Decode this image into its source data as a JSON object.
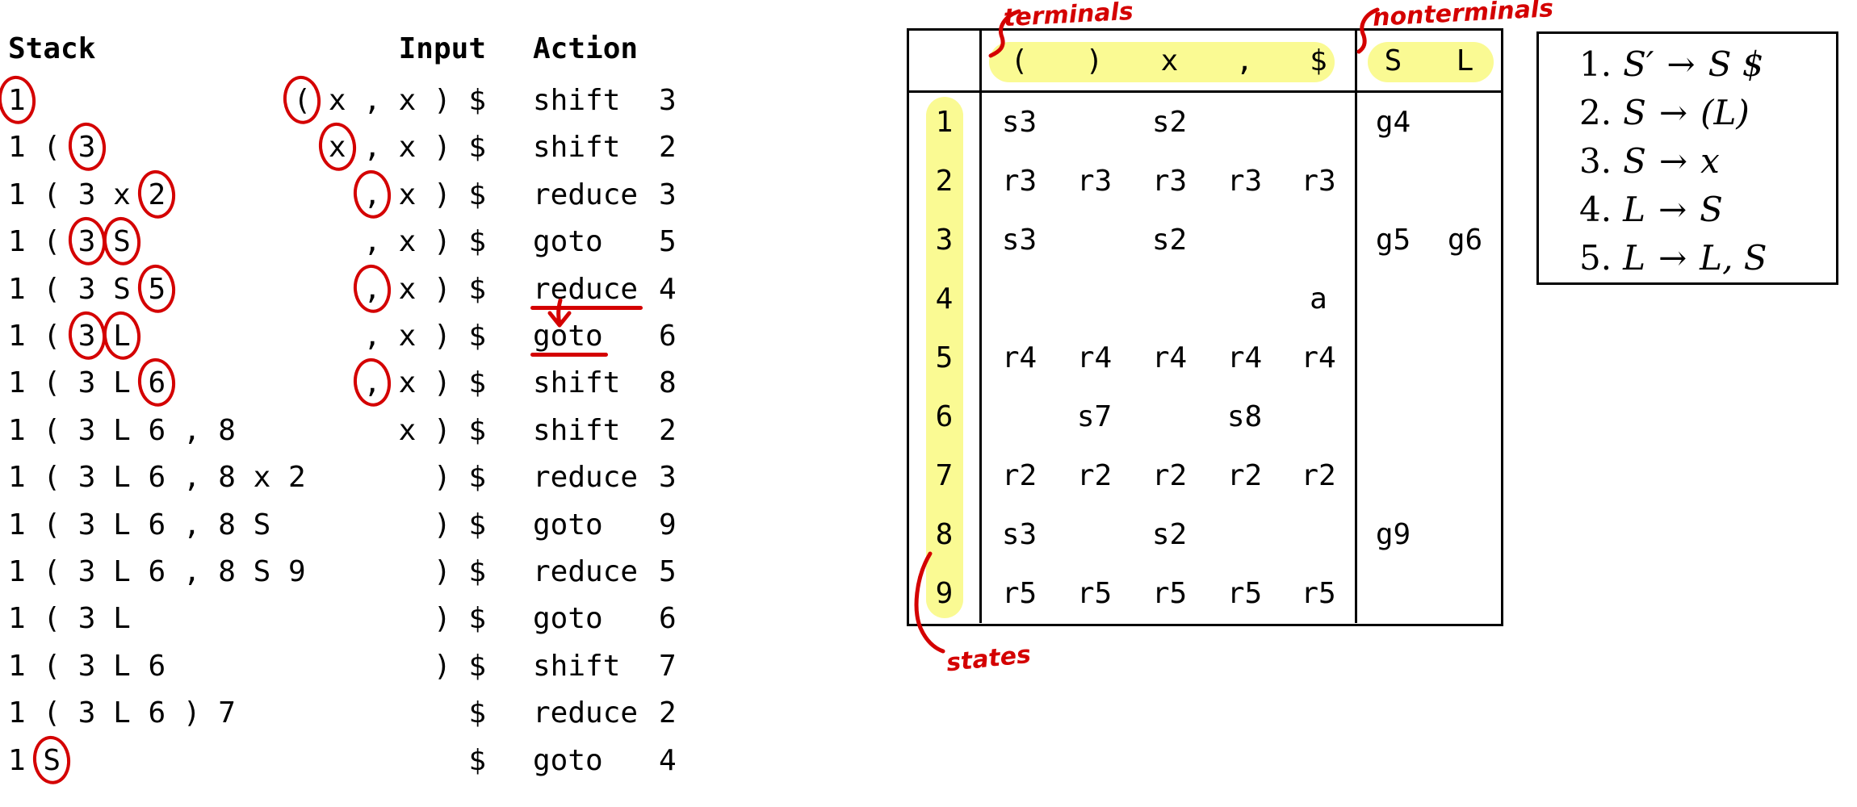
{
  "colors": {
    "ink": "#000000",
    "annotation_red": "#d40000",
    "highlight_yellow": "#fafa93"
  },
  "trace": {
    "headers": {
      "stack": "Stack",
      "input": "Input",
      "action": "Action"
    },
    "rows": [
      {
        "stack": [
          "1"
        ],
        "stack_circled": [
          0
        ],
        "input": [
          "(",
          "x",
          ",",
          "x",
          ")",
          "$"
        ],
        "input_circled": [
          0
        ],
        "action_word": "shift",
        "action_num": "3",
        "action_underlined": false
      },
      {
        "stack": [
          "1",
          "(",
          "3"
        ],
        "stack_circled": [
          2
        ],
        "input": [
          "x",
          ",",
          "x",
          ")",
          "$"
        ],
        "input_circled": [
          0
        ],
        "action_word": "shift",
        "action_num": "2",
        "action_underlined": false
      },
      {
        "stack": [
          "1",
          "(",
          "3",
          "x",
          "2"
        ],
        "stack_circled": [
          4
        ],
        "input": [
          ",",
          "x",
          ")",
          "$"
        ],
        "input_circled": [
          0
        ],
        "action_word": "reduce",
        "action_num": "3",
        "action_underlined": false
      },
      {
        "stack": [
          "1",
          "(",
          "3",
          "S"
        ],
        "stack_circled": [
          2,
          3
        ],
        "input": [
          ",",
          "x",
          ")",
          "$"
        ],
        "input_circled": [],
        "action_word": "goto",
        "action_num": "5",
        "action_underlined": false
      },
      {
        "stack": [
          "1",
          "(",
          "3",
          "S",
          "5"
        ],
        "stack_circled": [
          4
        ],
        "input": [
          ",",
          "x",
          ")",
          "$"
        ],
        "input_circled": [
          0
        ],
        "action_word": "reduce",
        "action_num": "4",
        "action_underlined": true
      },
      {
        "stack": [
          "1",
          "(",
          "3",
          "L"
        ],
        "stack_circled": [
          2,
          3
        ],
        "input": [
          ",",
          "x",
          ")",
          "$"
        ],
        "input_circled": [],
        "action_word": "goto",
        "action_num": "6",
        "action_underlined": true
      },
      {
        "stack": [
          "1",
          "(",
          "3",
          "L",
          "6"
        ],
        "stack_circled": [
          4
        ],
        "input": [
          ",",
          "x",
          ")",
          "$"
        ],
        "input_circled": [
          0
        ],
        "action_word": "shift",
        "action_num": "8",
        "action_underlined": false
      },
      {
        "stack": [
          "1",
          "(",
          "3",
          "L",
          "6",
          ",",
          "8"
        ],
        "stack_circled": [],
        "input": [
          "x",
          ")",
          "$"
        ],
        "input_circled": [],
        "action_word": "shift",
        "action_num": "2",
        "action_underlined": false
      },
      {
        "stack": [
          "1",
          "(",
          "3",
          "L",
          "6",
          ",",
          "8",
          "x",
          "2"
        ],
        "stack_circled": [],
        "input": [
          ")",
          "$"
        ],
        "input_circled": [],
        "action_word": "reduce",
        "action_num": "3",
        "action_underlined": false
      },
      {
        "stack": [
          "1",
          "(",
          "3",
          "L",
          "6",
          ",",
          "8",
          "S"
        ],
        "stack_circled": [],
        "input": [
          ")",
          "$"
        ],
        "input_circled": [],
        "action_word": "goto",
        "action_num": "9",
        "action_underlined": false
      },
      {
        "stack": [
          "1",
          "(",
          "3",
          "L",
          "6",
          ",",
          "8",
          "S",
          "9"
        ],
        "stack_circled": [],
        "input": [
          ")",
          "$"
        ],
        "input_circled": [],
        "action_word": "reduce",
        "action_num": "5",
        "action_underlined": false
      },
      {
        "stack": [
          "1",
          "(",
          "3",
          "L"
        ],
        "stack_circled": [],
        "input": [
          ")",
          "$"
        ],
        "input_circled": [],
        "action_word": "goto",
        "action_num": "6",
        "action_underlined": false
      },
      {
        "stack": [
          "1",
          "(",
          "3",
          "L",
          "6"
        ],
        "stack_circled": [],
        "input": [
          ")",
          "$"
        ],
        "input_circled": [],
        "action_word": "shift",
        "action_num": "7",
        "action_underlined": false
      },
      {
        "stack": [
          "1",
          "(",
          "3",
          "L",
          "6",
          ")",
          "7"
        ],
        "stack_circled": [],
        "input": [
          "$"
        ],
        "input_circled": [],
        "action_word": "reduce",
        "action_num": "2",
        "action_underlined": false
      },
      {
        "stack": [
          "1",
          "S"
        ],
        "stack_circled": [
          1
        ],
        "input": [
          "$"
        ],
        "input_circled": [],
        "action_word": "goto",
        "action_num": "4",
        "action_underlined": false
      }
    ]
  },
  "parse_table": {
    "terminals": [
      "(",
      ")",
      "x",
      ",",
      "$"
    ],
    "nonterminals": [
      "S",
      "L"
    ],
    "rows": [
      {
        "state": "1",
        "actions": [
          "s3",
          "",
          "s2",
          "",
          ""
        ],
        "gotos": [
          "g4",
          ""
        ]
      },
      {
        "state": "2",
        "actions": [
          "r3",
          "r3",
          "r3",
          "r3",
          "r3"
        ],
        "gotos": [
          "",
          ""
        ]
      },
      {
        "state": "3",
        "actions": [
          "s3",
          "",
          "s2",
          "",
          ""
        ],
        "gotos": [
          "g5",
          "g6"
        ]
      },
      {
        "state": "4",
        "actions": [
          "",
          "",
          "",
          "",
          "a"
        ],
        "gotos": [
          "",
          ""
        ]
      },
      {
        "state": "5",
        "actions": [
          "r4",
          "r4",
          "r4",
          "r4",
          "r4"
        ],
        "gotos": [
          "",
          ""
        ]
      },
      {
        "state": "6",
        "actions": [
          "",
          "s7",
          "",
          "s8",
          ""
        ],
        "gotos": [
          "",
          ""
        ]
      },
      {
        "state": "7",
        "actions": [
          "r2",
          "r2",
          "r2",
          "r2",
          "r2"
        ],
        "gotos": [
          "",
          ""
        ]
      },
      {
        "state": "8",
        "actions": [
          "s3",
          "",
          "s2",
          "",
          ""
        ],
        "gotos": [
          "g9",
          ""
        ]
      },
      {
        "state": "9",
        "actions": [
          "r5",
          "r5",
          "r5",
          "r5",
          "r5"
        ],
        "gotos": [
          "",
          ""
        ]
      }
    ]
  },
  "annotations": {
    "terminals_label": "terminals",
    "nonterminals_label": "nonterminals",
    "states_label": "states",
    "reduce_goto_arrow": "↓"
  },
  "grammar": {
    "arrow": "→",
    "productions": [
      {
        "num": "1.",
        "lhs": "S′",
        "rhs": "S $"
      },
      {
        "num": "2.",
        "lhs": "S",
        "rhs": "(L)"
      },
      {
        "num": "3.",
        "lhs": "S",
        "rhs": "x"
      },
      {
        "num": "4.",
        "lhs": "L",
        "rhs": "S"
      },
      {
        "num": "5.",
        "lhs": "L",
        "rhs": "L, S"
      }
    ]
  }
}
